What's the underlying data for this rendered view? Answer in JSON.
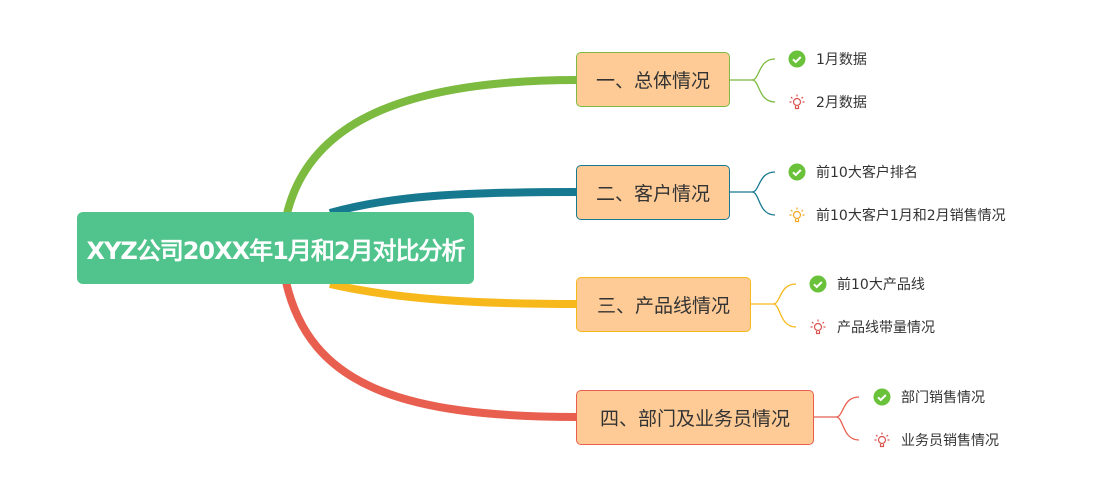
{
  "root": {
    "label": "XYZ公司20XX年1月和2月对比分析"
  },
  "branches": [
    {
      "label": "一、总体情况",
      "color": "#7cbb3f",
      "leaves": [
        {
          "label": "1月数据",
          "icon": "check-icon"
        },
        {
          "label": "2月数据",
          "icon": "lightbulb-icon"
        }
      ]
    },
    {
      "label": "二、客户情况",
      "color": "#177990",
      "leaves": [
        {
          "label": "前10大客户排名",
          "icon": "check-icon"
        },
        {
          "label": "前10大客户1月和2月销售情况",
          "icon": "lightbulb-icon"
        }
      ]
    },
    {
      "label": "三、产品线情况",
      "color": "#f7b81c",
      "leaves": [
        {
          "label": "前10大产品线",
          "icon": "check-icon"
        },
        {
          "label": "产品线带量情况",
          "icon": "lightbulb-icon"
        }
      ]
    },
    {
      "label": "四、部门及业务员情况",
      "color": "#e85f4f",
      "leaves": [
        {
          "label": "部门销售情况",
          "icon": "check-icon"
        },
        {
          "label": "业务员销售情况",
          "icon": "lightbulb-icon"
        }
      ]
    }
  ]
}
